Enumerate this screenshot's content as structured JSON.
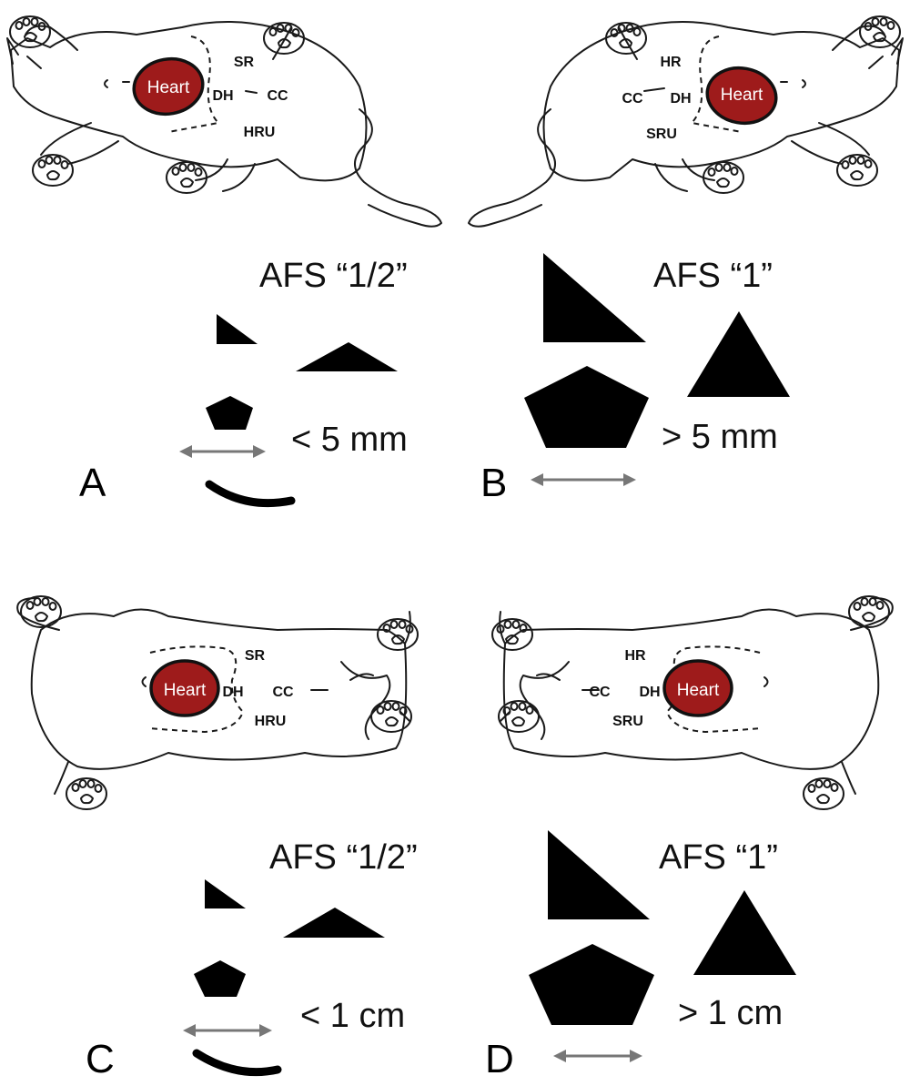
{
  "regions": {
    "heart": "Heart",
    "sr": "SR",
    "hr": "HR",
    "dh": "DH",
    "cc": "CC",
    "hru": "HRU",
    "sru": "SRU"
  },
  "panels": [
    {
      "letter": "A",
      "afs": "AFS  “1/2”",
      "size": "< 5 mm"
    },
    {
      "letter": "B",
      "afs": "AFS  “1”",
      "size": "> 5 mm"
    },
    {
      "letter": "C",
      "afs": "AFS  “1/2”",
      "size": "< 1 cm"
    },
    {
      "letter": "D",
      "afs": "AFS  “1”",
      "size": "> 1 cm"
    }
  ],
  "colors": {
    "heart_fill": "#9e1b1b",
    "arrow": "#777777",
    "shape": "#000000"
  }
}
